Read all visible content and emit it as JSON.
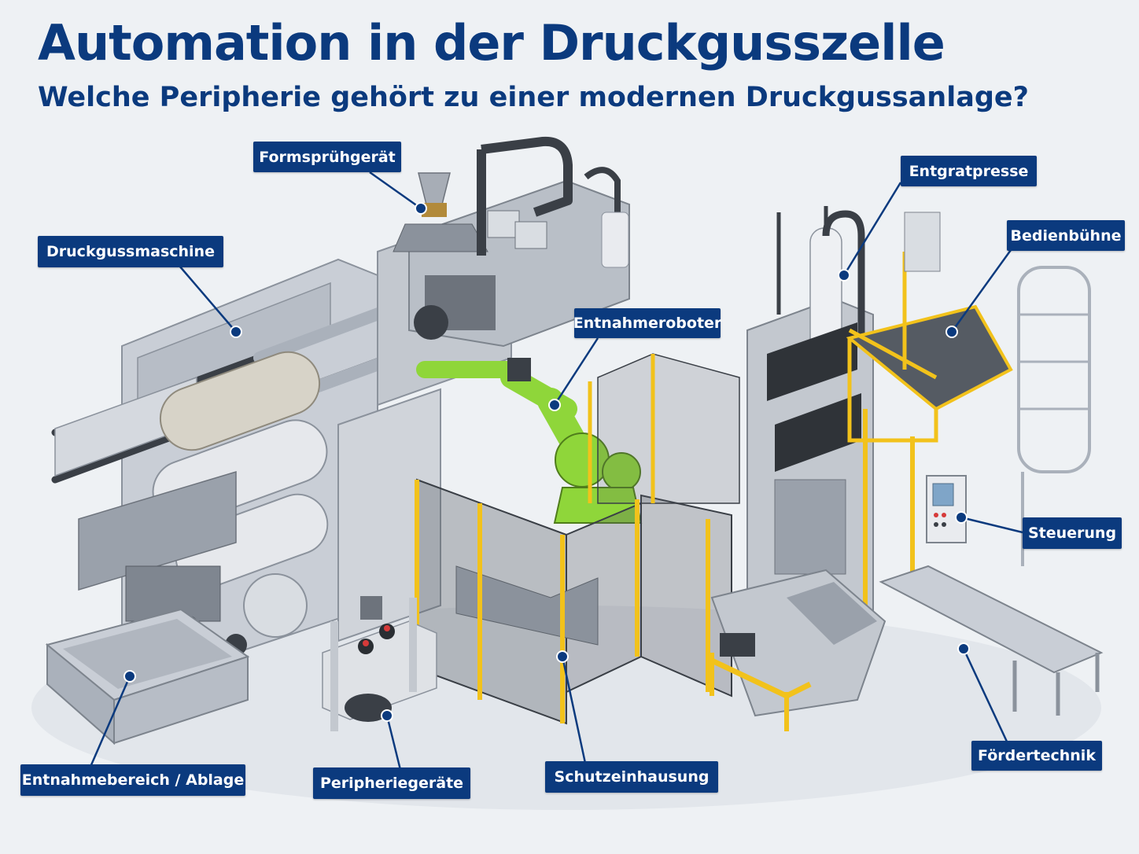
{
  "title": "Automation in der Druckgusszelle",
  "subtitle": "Welche Peripherie gehört zu einer modernen Druckgussanlage?",
  "labels": {
    "formspruehgeraet": "Formsprühgerät",
    "druckgussmaschine": "Druckgussmaschine",
    "entnahmeroboter": "Entnahmeroboter",
    "entgratpresse": "Entgratpresse",
    "bedienbuehne": "Bedienbühne",
    "steuerung": "Steuerung",
    "foerdertechnik": "Fördertechnik",
    "schutzeinhausung": "Schutzeinhausung",
    "peripheriegeraete": "Peripheriegeräte",
    "entnahmebereich": "Entnahmebereich / Ablage"
  },
  "colors": {
    "brand": "#0b3a7e",
    "robot": "#8fd63a",
    "fence": "#f2c21b",
    "steel": "#c9ced6",
    "machine_body": "#d7d3c8"
  }
}
